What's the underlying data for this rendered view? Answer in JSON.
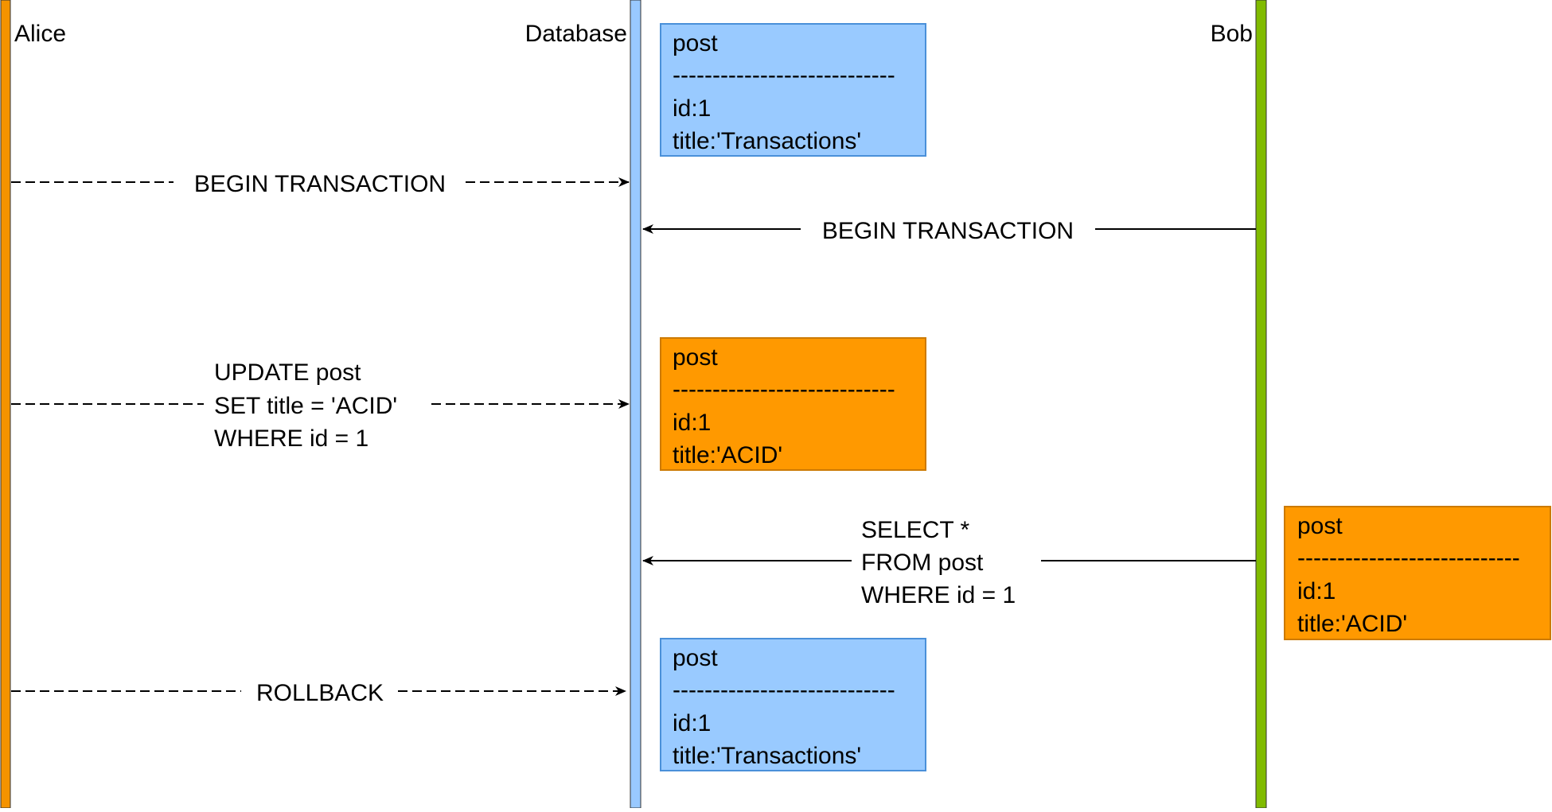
{
  "colors": {
    "alice": "#f59300",
    "database": "#99c9ff",
    "bob": "#80bb00",
    "box_blue": "#99caff",
    "box_orange": "#ff9900"
  },
  "lifelines": {
    "alice": "Alice",
    "database": "Database",
    "bob": "Bob"
  },
  "messages": [
    {
      "text": [
        "BEGIN TRANSACTION"
      ],
      "from": "alice",
      "style": "dashed"
    },
    {
      "text": [
        "BEGIN TRANSACTION"
      ],
      "from": "bob",
      "style": "solid"
    },
    {
      "text": [
        "UPDATE post",
        "SET title = 'ACID'",
        "WHERE id = 1"
      ],
      "from": "alice",
      "style": "dashed"
    },
    {
      "text": [
        "SELECT *",
        "FROM post",
        "WHERE id = 1"
      ],
      "from": "bob",
      "style": "solid"
    },
    {
      "text": [
        "ROLLBACK"
      ],
      "from": "alice",
      "style": "dashed"
    }
  ],
  "records": [
    {
      "table": "post",
      "separator": "----------------------------",
      "id": "id:1",
      "title": "title:'Transactions'",
      "color": "blue"
    },
    {
      "table": "post",
      "separator": "----------------------------",
      "id": "id:1",
      "title": "title:'ACID'",
      "color": "orange"
    },
    {
      "table": "post",
      "separator": "----------------------------",
      "id": "id:1",
      "title": "title:'ACID'",
      "color": "orange"
    },
    {
      "table": "post",
      "separator": "----------------------------",
      "id": "id:1",
      "title": "title:'Transactions'",
      "color": "blue"
    }
  ]
}
